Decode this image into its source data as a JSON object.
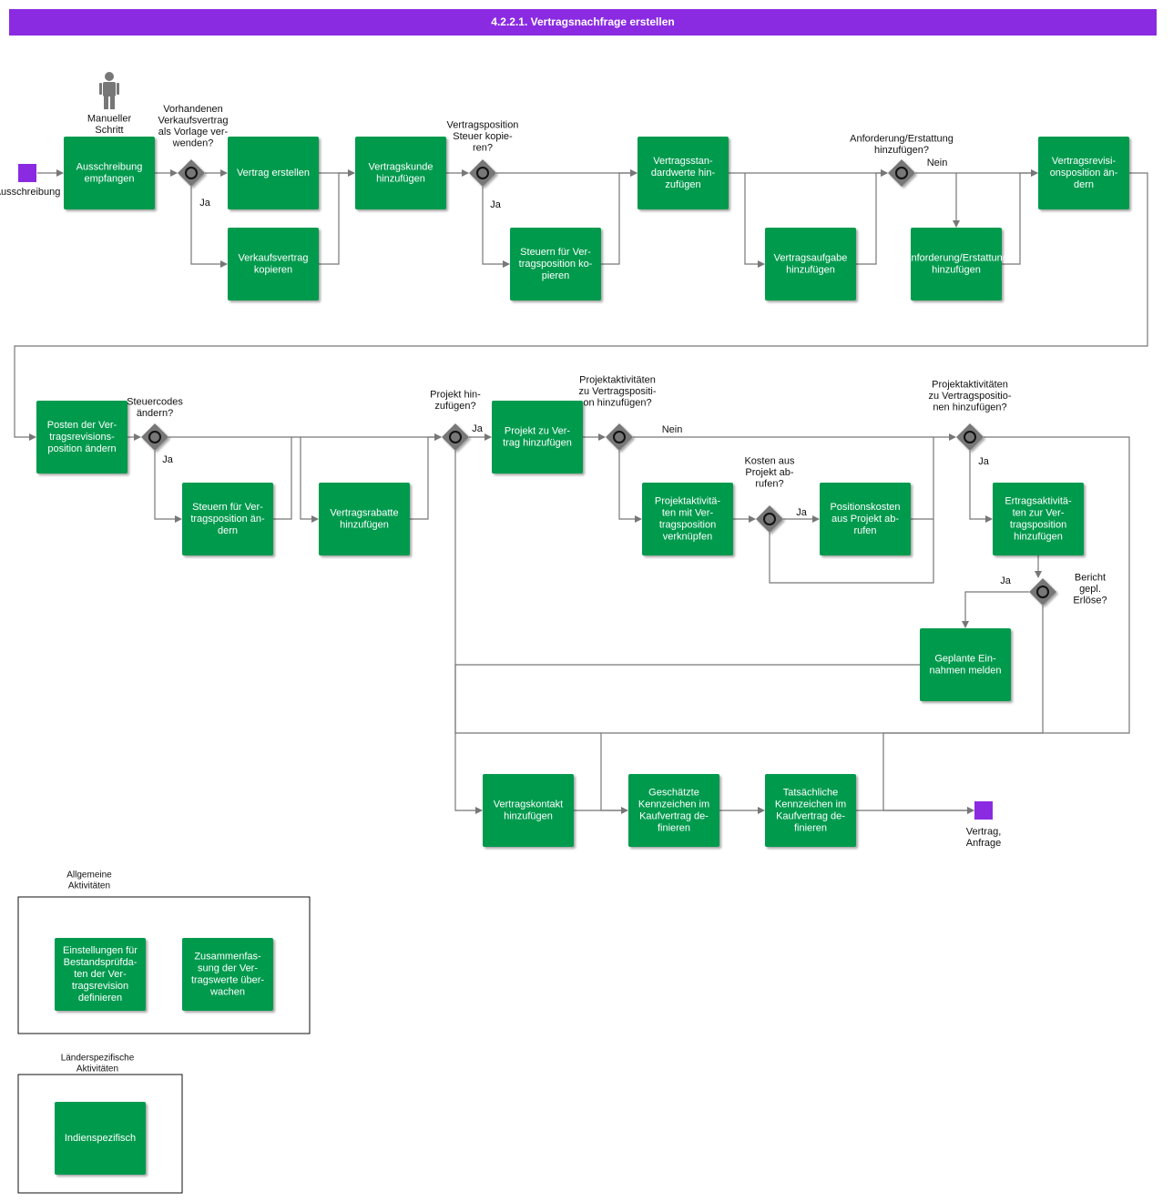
{
  "title": "4.2.2.1. Vertragsnachfrage erstellen",
  "colors": {
    "title_bar": "#8a2be2",
    "task": "#009a4e",
    "event": "#8a2be2",
    "gateway": "#777777",
    "flow": "#777777"
  },
  "events": {
    "start": {
      "label": [
        "Ausschreibung"
      ]
    },
    "end": {
      "label": [
        "Vertrag,",
        "Anfrage"
      ]
    }
  },
  "tasks": {
    "ausschreibung_empfangen": [
      "Ausschreibung",
      "empfangen"
    ],
    "vertrag_erstellen": [
      "Vertrag erstellen"
    ],
    "verkaufsvertrag_kopieren": [
      "Verkaufsvertrag",
      "kopieren"
    ],
    "vertragskunde_hinzufuegen": [
      "Vertragskunde",
      "hinzufügen"
    ],
    "steuern_kopieren": [
      "Steuern für Ver-",
      "tragsposition ko-",
      "pieren"
    ],
    "vertragsstandardwerte": [
      "Vertragsstan-",
      "dardwerte hin-",
      "zufügen"
    ],
    "vertragsaufgabe": [
      "Vertragsaufgabe",
      "hinzufügen"
    ],
    "anforderung_erstattung": [
      "Anforderung/Erstattung",
      "hinzufügen"
    ],
    "vertragsrevisionsposition_aendern": [
      "Vertragsrevisi-",
      "onsposition än-",
      "dern"
    ],
    "posten_aendern": [
      "Posten der Ver-",
      "tragsrevisions-",
      "position ändern"
    ],
    "steuern_aendern": [
      "Steuern für Ver-",
      "tragsposition än-",
      "dern"
    ],
    "vertragsrabatte": [
      "Vertragsrabatte",
      "hinzufügen"
    ],
    "projekt_hinzufuegen": [
      "Projekt zu Ver-",
      "trag hinzufügen"
    ],
    "projektaktivitaeten_verknuepfen": [
      "Projektaktivitä-",
      "ten mit Ver-",
      "tragsposition",
      "verknüpfen"
    ],
    "positionskosten": [
      "Positionskosten",
      "aus Projekt ab-",
      "rufen"
    ],
    "ertragsaktivitaeten": [
      "Ertragsaktivitä-",
      "ten zur Ver-",
      "tragsposition",
      "hinzufügen"
    ],
    "geplante_einnahmen": [
      "Geplante Ein-",
      "nahmen melden"
    ],
    "vertragskontakt": [
      "Vertragskontakt",
      "hinzufügen"
    ],
    "geschaetzte_kennzeichen": [
      "Geschätzte",
      "Kennzeichen im",
      "Kaufvertrag de-",
      "finieren"
    ],
    "tatsaechliche_kennzeichen": [
      "Tatsächliche",
      "Kennzeichen im",
      "Kaufvertrag de-",
      "finieren"
    ],
    "bestandspruefdaten": [
      "Einstellungen für",
      "Bestandsprüfda-",
      "ten der Ver-",
      "tragsrevision",
      "definieren"
    ],
    "zusammenfassung": [
      "Zusammenfas-",
      "sung der Ver-",
      "tragswerte über-",
      "wachen"
    ],
    "indienspezifisch": [
      "Indienspezifisch"
    ]
  },
  "labels": {
    "manueller_schritt": [
      "Manueller",
      "Schritt"
    ],
    "q_vorlage": [
      "Vorhandenen",
      "Verkaufsvertrag",
      "als Vorlage ver-",
      "wenden?"
    ],
    "q_steuer_kopieren": [
      "Vertragsposition",
      "Steuer kopie-",
      "ren?"
    ],
    "q_anforderung": [
      "Anforderung/Erstattung",
      "hinzufügen?"
    ],
    "q_steuercodes": [
      "Steuercodes",
      "ändern?"
    ],
    "q_projekt": [
      "Projekt hin-",
      "zufügen?"
    ],
    "q_projektaktivitaeten_1": [
      "Projektaktivitäten",
      "zu Vertragspositi-",
      "on hinzufügen?"
    ],
    "q_projektaktivitaeten_2": [
      "Projektaktivitäten",
      "zu Vertragspositio-",
      "nen hinzufügen?"
    ],
    "q_kosten": [
      "Kosten aus",
      "Projekt ab-",
      "rufen?"
    ],
    "q_bericht": [
      "Bericht",
      "gepl.",
      "Erlöse?"
    ],
    "ja": "Ja",
    "nein": "Nein"
  },
  "groups": {
    "allgemeine": [
      "Allgemeine",
      "Aktivitäten"
    ],
    "laenderspezifische": [
      "Länderspezifische",
      "Aktivitäten"
    ]
  }
}
